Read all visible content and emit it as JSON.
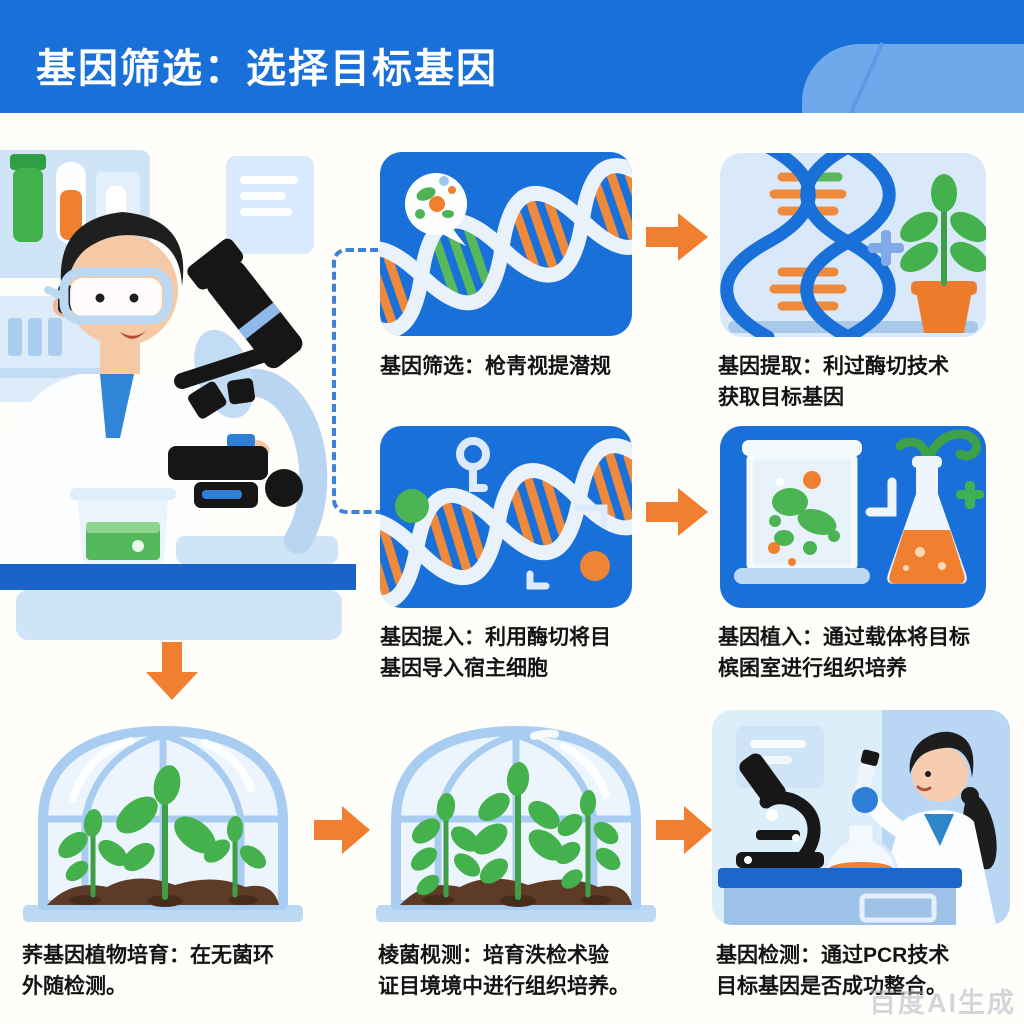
{
  "header": {
    "title": "基因筛选：选择目标基因"
  },
  "steps": [
    {
      "name": "gene-screening",
      "caption_line1": "基因筛选：枪靑视提潜规",
      "caption_line2": ""
    },
    {
      "name": "gene-extraction",
      "caption_line1": "基因提取：利过酶切技术",
      "caption_line2": "获取目标基因"
    },
    {
      "name": "gene-insertion",
      "caption_line1": "基因提入：利用酶切将目",
      "caption_line2": "基因导入宿主细胞"
    },
    {
      "name": "gene-implantation",
      "caption_line1": "基因植入：通过载体将目标",
      "caption_line2": "槟囷室进行组织培养"
    },
    {
      "name": "plant-cultivation",
      "caption_line1": "荞基因植物培育：在无菌环",
      "caption_line2": "外随检测。"
    },
    {
      "name": "culture-inspection",
      "caption_line1": "棱菌枧测：培育泆检术验",
      "caption_line2": "证目境境中进行组织培养。"
    },
    {
      "name": "gene-detection",
      "caption_line1": "基因检测：通过PCR技术",
      "caption_line2": "目标基因是否成功整合。"
    }
  ],
  "watermark": {
    "text": "百度AI生成"
  },
  "colors": {
    "header_blue": "#1a70d9",
    "panel_blue": "#1a70d9",
    "panel_light_blue": "#d9e9f9",
    "arrow_orange": "#f08030",
    "dna_orange": "#ef8a3c",
    "plant_green": "#45b14c",
    "soil_brown": "#5d3b26",
    "bench_blue": "#1b63c8",
    "caption_text": "#141414"
  },
  "icons": {
    "arrow-right-icon": "orange block arrow right",
    "arrow-down-icon": "orange block arrow down",
    "dna-helix-icon": "double helix strand",
    "microscope-icon": "lab microscope",
    "greenhouse-icon": "dome greenhouse with seedlings",
    "flask-icon": "erlenmeyer flask with sprout",
    "beaker-icon": "specimen jar with cells",
    "speech-bubble-icon": "cell magnifier bubble",
    "potted-plant-icon": "plant in orange pot",
    "plus-icon": "plus sign",
    "dashed-connector": "dashed branch line",
    "scientist-icon": "scientist at microscope"
  }
}
